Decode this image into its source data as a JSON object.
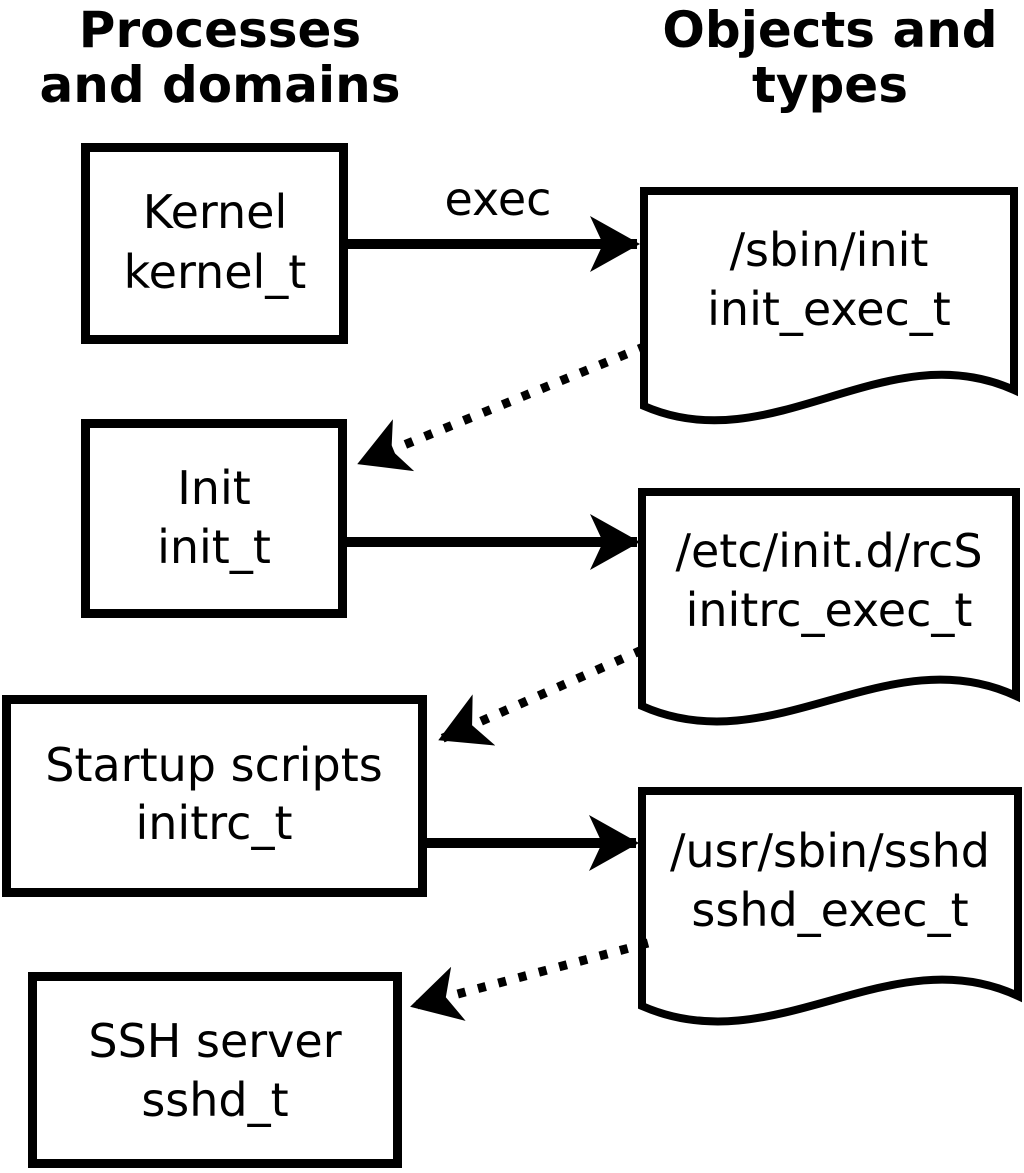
{
  "headers": {
    "processes": {
      "line1": "Processes",
      "line2": "and domains"
    },
    "objects": {
      "line1": "Objects and",
      "line2": "types"
    }
  },
  "arrow_label": "exec",
  "processes": [
    {
      "label": "Kernel",
      "domain": "kernel_t"
    },
    {
      "label": "Init",
      "domain": "init_t"
    },
    {
      "label": "Startup scripts",
      "domain": "initrc_t"
    },
    {
      "label": "SSH server",
      "domain": "sshd_t"
    }
  ],
  "objects": [
    {
      "path": "/sbin/init",
      "type": "init_exec_t"
    },
    {
      "path": "/etc/init.d/rcS",
      "type": "initrc_exec_t"
    },
    {
      "path": "/usr/sbin/sshd",
      "type": "sshd_exec_t"
    }
  ],
  "colors": {
    "ink": "#000000",
    "paper": "#ffffff"
  }
}
